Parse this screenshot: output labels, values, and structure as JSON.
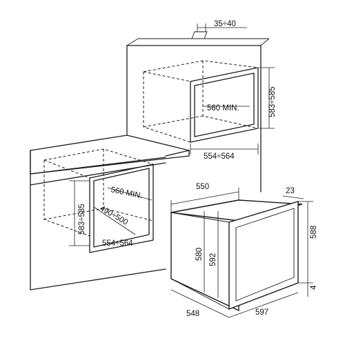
{
  "labels": {
    "top_gap": "35÷40",
    "upper_height": "583÷585",
    "upper_depth": "560 MIN.",
    "upper_width": "554÷564",
    "lower_height": "583÷585",
    "lower_depth": "560 MIN.",
    "lower_diag": "490÷500",
    "lower_width": "554÷564",
    "oven_depth": "550",
    "oven_front_offset": "23",
    "oven_total_height": "588",
    "oven_inner_height": "580",
    "oven_body_height": "592",
    "oven_bottom_offset": "4",
    "oven_body_width": "548",
    "oven_front_width": "597"
  },
  "colors": {
    "line": "#1a1a1a",
    "background": "#ffffff"
  }
}
